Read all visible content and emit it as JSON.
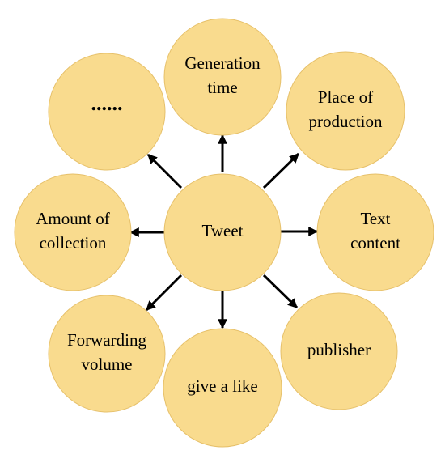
{
  "diagram": {
    "center": {
      "lines": [
        "Tweet"
      ]
    },
    "nodes": [
      {
        "id": "generation-time",
        "lines": [
          "Generation",
          "time"
        ]
      },
      {
        "id": "place-of-production",
        "lines": [
          "Place of",
          "production"
        ]
      },
      {
        "id": "text-content",
        "lines": [
          "Text",
          "content"
        ]
      },
      {
        "id": "publisher",
        "lines": [
          "publisher"
        ]
      },
      {
        "id": "give-a-like",
        "lines": [
          "give a like"
        ]
      },
      {
        "id": "forwarding-volume",
        "lines": [
          "Forwarding",
          "volume"
        ]
      },
      {
        "id": "amount-of-collection",
        "lines": [
          "Amount of",
          "collection"
        ]
      },
      {
        "id": "more",
        "lines": [
          "......"
        ]
      }
    ],
    "colors": {
      "fill": "#F9DB8E",
      "stroke": "#E6C06A",
      "arrow": "#000000"
    }
  }
}
